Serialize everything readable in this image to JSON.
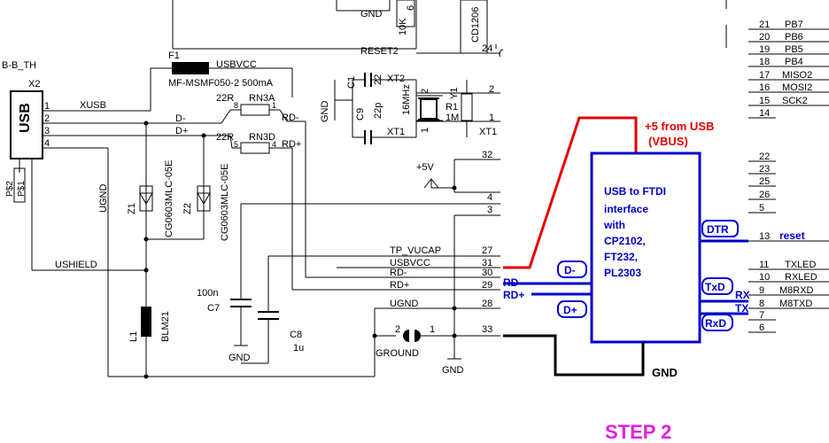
{
  "labels": {
    "top_gnd": "GND",
    "top_10k": "10K",
    "top_6": "6",
    "top_cd": "CD1206",
    "usb_b_th": "B-B_TH",
    "x2": "X2",
    "usb": "USB",
    "pin1": "1",
    "pin2": "2",
    "pin3": "3",
    "pin4": "4",
    "xusb": "XUSB",
    "dminus": "D-",
    "dplus": "D+",
    "f1": "F1",
    "f1_usbvcc": "USBVCC",
    "f1_part": "MF-MSMF050-2 500mA",
    "reset2": "RESET2",
    "pin24": "24",
    "rn3a_val": "22R",
    "rn3a": "RN3A",
    "rn3d_val": "22R",
    "rn3d": "RN3D",
    "rn_8": "8",
    "rn_1": "1",
    "rn_5": "5",
    "rn_4": "4",
    "rd_minus": "RD-",
    "rd_plus": "RD+",
    "ugnd": "UGND",
    "z1": "Z1",
    "z2": "Z2",
    "cg1": "CG0603MLC-05E",
    "cg2": "CG0603MLC-05E",
    "ps2": "P$2",
    "ps1": "P$1",
    "ushield": "USHIELD",
    "l1": "L1",
    "blm": "BLM21",
    "c7_val": "100n",
    "c7": "C7",
    "c8": "C8",
    "c8_val": "1u",
    "ground_gnd": "GND",
    "ground_gnd2": "GND",
    "ground": "GROUND",
    "jp_2": "2",
    "jp_1": "1",
    "tp_vucap": "TP_VUCAP",
    "net_usbvcc": "USBVCC",
    "net_rdm": "RD-",
    "net_rdp": "RD+",
    "net_ugnd": "UGND",
    "n27": "27",
    "n31": "31",
    "n30": "30",
    "n29": "29",
    "n28": "28",
    "n33": "33",
    "n32": "32",
    "n4": "4",
    "n3": "3",
    "plus5v": "+5V",
    "c1": "C1",
    "c1_22": "22",
    "xt2": "XT2",
    "xt1_top": "XT1",
    "c9": "C9",
    "c9_val": "22p",
    "gnd_xtal": "GND",
    "y1_freq": "16MHz",
    "y1": "Y1",
    "r1": "R1",
    "r1_val": "1M",
    "y_2": "2",
    "y_1": "1",
    "xt1": "XT1",
    "xt_2": "2",
    "xt_1": "1",
    "pb7": "PB7",
    "pb6": "PB6",
    "pb5": "PB5",
    "pb4": "PB4",
    "miso2": "MISO2",
    "mosi2": "MOSI2",
    "sck2": "SCK2",
    "p21": "21",
    "p20": "20",
    "p19": "19",
    "p18": "18",
    "p17": "17",
    "p16": "16",
    "p15": "15",
    "p14": "14",
    "p22": "22",
    "p23": "23",
    "p25": "25",
    "p26": "26",
    "p5": "5",
    "p13": "13",
    "p11": "11",
    "p10": "10",
    "p9": "9",
    "p8": "8",
    "p7": "7",
    "p6": "6",
    "reset": "reset",
    "txled": "TXLED",
    "rxled": "RXLED",
    "m8rxd": "M8RXD",
    "m8txd": "M8TXD",
    "rx": "RX",
    "tx": "TX",
    "gnd_right": "GND",
    "ann_5v_1": "+5 from USB",
    "ann_5v_2": "(VBUS)",
    "ftdi_1": "USB to FTDI",
    "ftdi_2": "interface",
    "ftdi_3": "with",
    "ftdi_4": "CP2102,",
    "ftdi_5": "FT232,",
    "ftdi_6": "PL2303",
    "dtr": "DTR",
    "dm_tag": "D-",
    "dp_tag": "D+",
    "txd": "TxD",
    "rxd": "RxD",
    "rd_minus_blue": "RD-",
    "rd_plus_blue": "RD+",
    "step": "STEP 2"
  },
  "colors": {
    "wire": "#000000",
    "annotation_blue": "#0000cc",
    "annotation_red": "#e00000",
    "step_magenta": "#e020e0"
  }
}
